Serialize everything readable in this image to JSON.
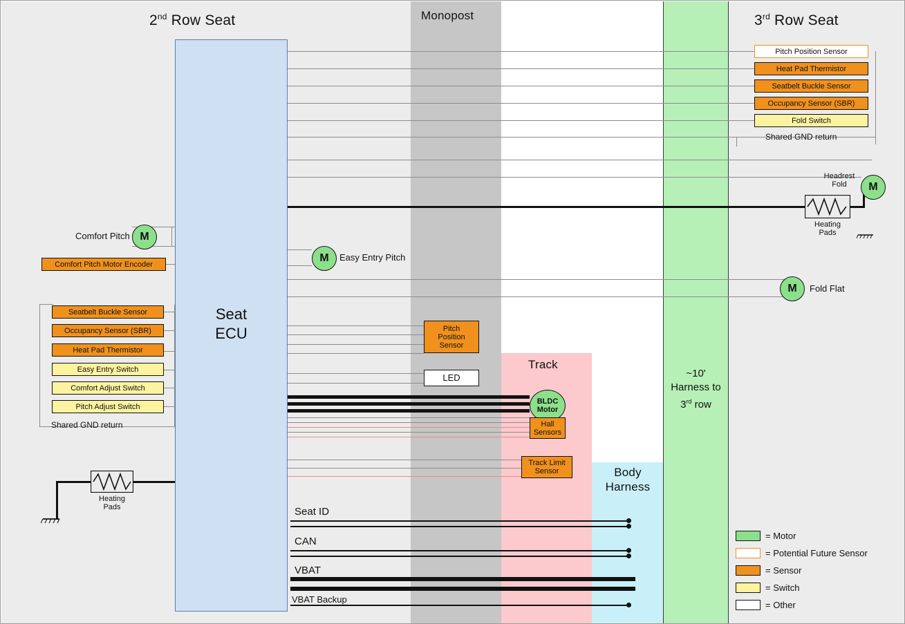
{
  "zones": {
    "second_row": {
      "title_main": "2",
      "title_sup": "nd",
      "title_rest": " Row Seat"
    },
    "monopost": {
      "title": "Monopost"
    },
    "third_row": {
      "title_main": "3",
      "title_sup": "rd",
      "title_rest": " Row Seat"
    },
    "track": {
      "title": "Track"
    },
    "body_harness": {
      "title": "Body\nHarness",
      "line1": "Body",
      "line2": "Harness"
    },
    "harness": {
      "line1": "~10'",
      "line2": "Harness to",
      "line3": "3",
      "line3_sup": "rd",
      "line3_rest": " row"
    }
  },
  "ecu": {
    "line1": "Seat",
    "line2": "ECU"
  },
  "second_row_components": {
    "comfort_pitch_label": "Comfort Pitch",
    "comfort_pitch_motor_glyph": "M",
    "comfort_pitch_encoder": "Comfort Pitch Motor Encoder",
    "stack": [
      {
        "label": "Seatbelt Buckle Sensor",
        "type": "sensor"
      },
      {
        "label": "Occupancy Sensor (SBR)",
        "type": "sensor"
      },
      {
        "label": "Heat Pad Thermistor",
        "type": "sensor"
      },
      {
        "label": "Easy Entry Switch",
        "type": "switch"
      },
      {
        "label": "Comfort Adjust Switch",
        "type": "switch"
      },
      {
        "label": "Pitch Adjust Switch",
        "type": "switch"
      }
    ],
    "shared_gnd": "Shared GND return",
    "heating_pads": "Heating\nPads",
    "heating_pads_l1": "Heating",
    "heating_pads_l2": "Pads"
  },
  "monopost_components": {
    "easy_entry_pitch_label": "Easy Entry Pitch",
    "easy_entry_pitch_motor_glyph": "M",
    "pitch_position_sensor": "Pitch\nPosition\nSensor",
    "pitch_position_sensor_l1": "Pitch",
    "pitch_position_sensor_l2": "Position",
    "pitch_position_sensor_l3": "Sensor",
    "led": "LED"
  },
  "track_components": {
    "bldc_motor_l1": "BLDC",
    "bldc_motor_l2": "Motor",
    "hall_sensors_l1": "Hall",
    "hall_sensors_l2": "Sensors",
    "track_limit_l1": "Track Limit",
    "track_limit_l2": "Sensor"
  },
  "third_row_components": {
    "boxes": [
      {
        "label": "Pitch Position Sensor",
        "type": "future"
      },
      {
        "label": "Heat Pad Thermistor",
        "type": "sensor"
      },
      {
        "label": "Seatbelt Buckle Sensor",
        "type": "sensor"
      },
      {
        "label": "Occupancy Sensor (SBR)",
        "type": "sensor"
      },
      {
        "label": "Fold Switch",
        "type": "switch"
      }
    ],
    "shared_gnd": "Shared GND return",
    "headrest_fold_l1": "Headrest",
    "headrest_fold_l2": "Fold",
    "headrest_fold_motor_glyph": "M",
    "heating_pads_l1": "Heating",
    "heating_pads_l2": "Pads",
    "fold_flat_label": "Fold Flat",
    "fold_flat_motor_glyph": "M"
  },
  "buses": [
    {
      "label": "Seat ID"
    },
    {
      "label": "CAN"
    },
    {
      "label": "VBAT"
    },
    {
      "label": "VBAT Backup"
    }
  ],
  "legend": {
    "items": [
      {
        "label": "= Motor",
        "type": "motor",
        "color": "#8ce08c"
      },
      {
        "label": "= Potential Future Sensor",
        "type": "future",
        "color": "#ffffff"
      },
      {
        "label": "= Sensor",
        "type": "sensor",
        "color": "#f0911e"
      },
      {
        "label": "= Switch",
        "type": "switch",
        "color": "#fbf3a0"
      },
      {
        "label": "= Other",
        "type": "other",
        "color": "#ffffff"
      }
    ]
  },
  "colors": {
    "motor": "#8ce08c",
    "sensor": "#f0911e",
    "switch": "#fbf3a0",
    "future_border": "#f0911e",
    "ecu": "#cfe0f3",
    "track": "#fcc9cd",
    "body_harness": "#c9f0f8",
    "monopost": "#c6c6c6",
    "seat_zone": "#ececec"
  }
}
